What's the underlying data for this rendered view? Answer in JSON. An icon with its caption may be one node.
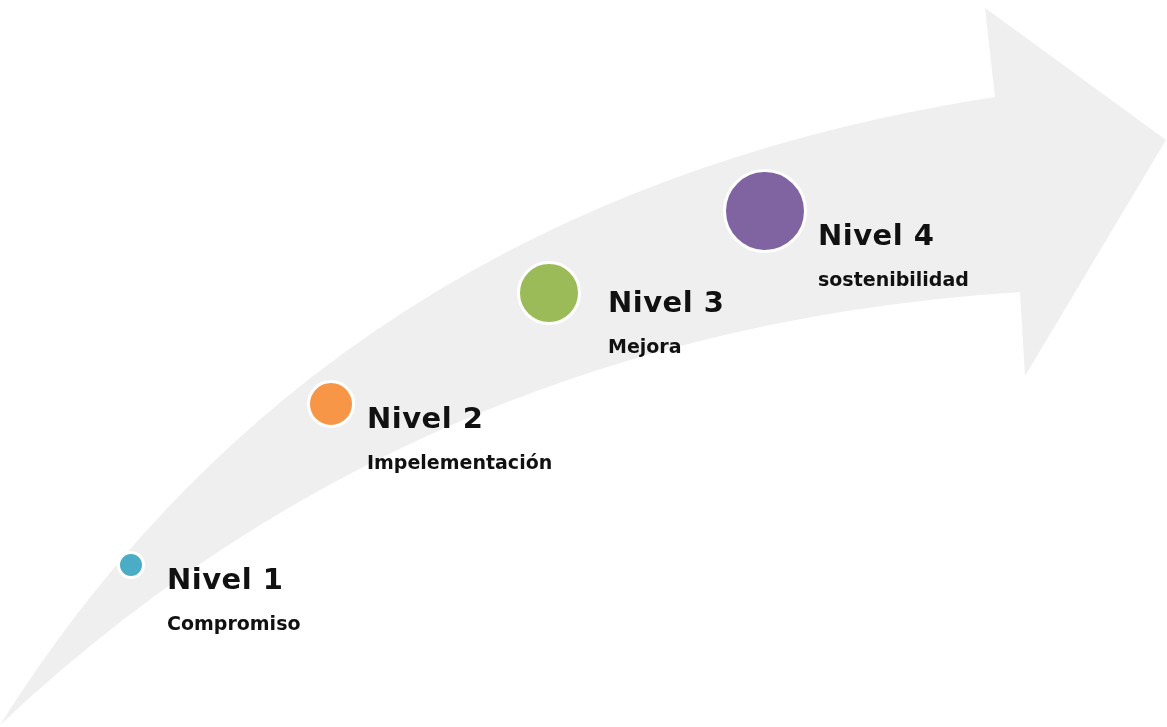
{
  "diagram": {
    "nodes": [
      {
        "text": [
          "Nivel 1",
          "Compromiso"
        ]
      },
      {
        "text": [
          "Nivel 2",
          "Impelementación"
        ]
      },
      {
        "text": [
          "Nivel 3",
          "Mejora"
        ]
      },
      {
        "text": [
          "Nivel 4",
          "sostenibilidad"
        ]
      }
    ]
  }
}
